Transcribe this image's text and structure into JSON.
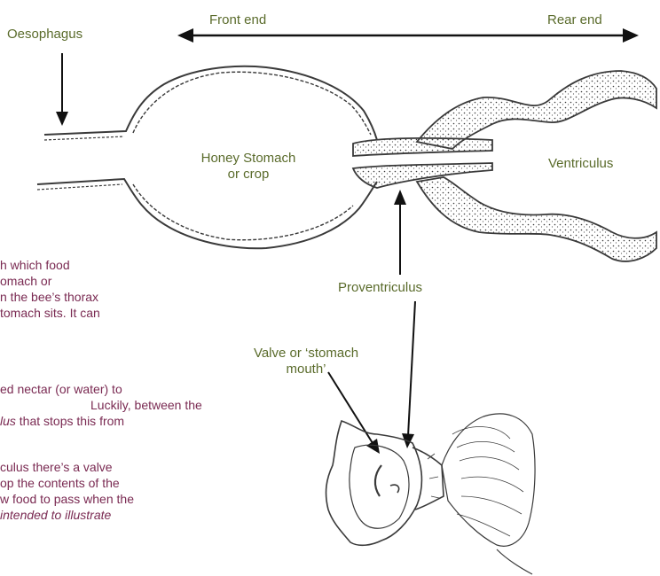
{
  "labels": {
    "oesophagus": "Oesophagus",
    "front_end": "Front end",
    "rear_end": "Rear end",
    "honey_stomach_line1": "Honey Stomach",
    "honey_stomach_line2": "or crop",
    "ventriculus": "Ventriculus",
    "proventriculus": "Proventriculus",
    "valve_line1": "Valve or ‘stomach",
    "valve_line2": "mouth’"
  },
  "text_fragments": {
    "l1": "h which food",
    "l2": "omach or",
    "l3": "n the bee’s thorax",
    "l4": "tomach sits.  It can",
    "l5": "ed nectar (or water) to",
    "l6": "Luckily, between the",
    "l7_italic": "lus",
    "l7_rest": " that stops this from",
    "l8": "culus there’s a valve",
    "l9": "op the contents of the",
    "l10": "w food to pass when the",
    "l11_italic": " intended to illustrate"
  },
  "colors": {
    "label": "#5a6b2b",
    "body_text": "#7a2a52",
    "ink": "#2b2b2b"
  }
}
